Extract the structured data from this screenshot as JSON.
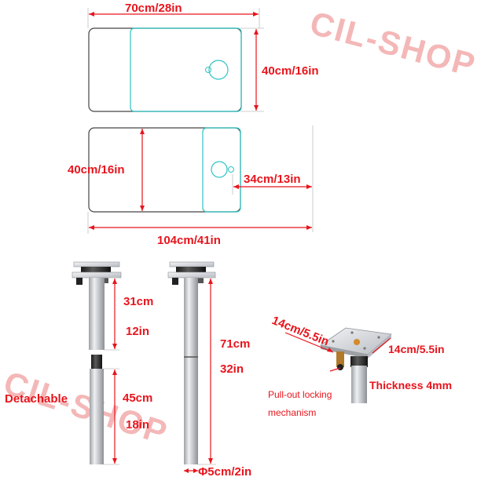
{
  "colors": {
    "dimension": "#e8141c",
    "table_outline": "#444444",
    "base_outline": "#2ec4c4",
    "watermark": "#f4b7b7",
    "pole": "#c9ccd0"
  },
  "watermark": {
    "text": "CIL-SHOP"
  },
  "top_view_1": {
    "width_label": "70cm/28in",
    "height_label": "40cm/16in"
  },
  "top_view_2": {
    "height_label": "40cm/16in",
    "offset_label": "34cm/13in",
    "width_label": "104cm/41in"
  },
  "detachable_pole": {
    "upper_cm": "31cm",
    "upper_in": "12in",
    "lower_cm": "45cm",
    "lower_in": "18in",
    "label": "Detachable"
  },
  "full_pole": {
    "height_cm": "71cm",
    "height_in": "32in",
    "diameter_label": "Φ5cm/2in"
  },
  "mount_plate": {
    "side_a_label": "14cm/5.5in",
    "side_b_label": "14cm/5.5in",
    "thickness_label": "Thickness 4mm",
    "locking_line1": "Pull-out locking",
    "locking_line2": "mechanism"
  }
}
